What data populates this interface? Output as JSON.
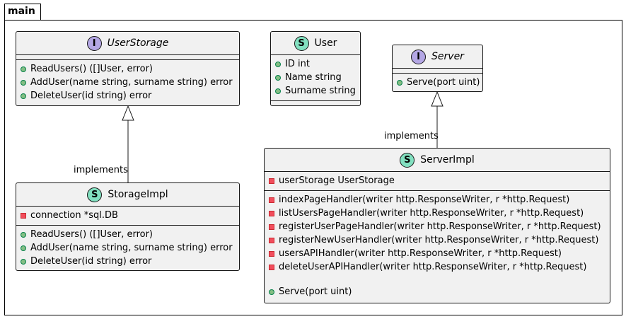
{
  "package": {
    "name": "main"
  },
  "classes": {
    "user_storage": {
      "stereotype_letter": "I",
      "kind": "interface",
      "name": "UserStorage",
      "fields": [],
      "methods": [
        {
          "visibility": "public",
          "text": "ReadUsers() ([]User, error)"
        },
        {
          "visibility": "public",
          "text": "AddUser(name string, surname string) error"
        },
        {
          "visibility": "public",
          "text": "DeleteUser(id string) error"
        }
      ]
    },
    "user": {
      "stereotype_letter": "S",
      "kind": "struct",
      "name": "User",
      "fields": [
        {
          "visibility": "public",
          "text": "ID int"
        },
        {
          "visibility": "public",
          "text": "Name string"
        },
        {
          "visibility": "public",
          "text": "Surname string"
        }
      ],
      "methods": []
    },
    "server": {
      "stereotype_letter": "I",
      "kind": "interface",
      "name": "Server",
      "fields": [],
      "methods": [
        {
          "visibility": "public",
          "text": "Serve(port uint)"
        }
      ]
    },
    "storage_impl": {
      "stereotype_letter": "S",
      "kind": "struct",
      "name": "StorageImpl",
      "fields": [
        {
          "visibility": "private",
          "text": "connection *sql.DB"
        }
      ],
      "methods": [
        {
          "visibility": "public",
          "text": "ReadUsers() ([]User, error)"
        },
        {
          "visibility": "public",
          "text": "AddUser(name string, surname string) error"
        },
        {
          "visibility": "public",
          "text": "DeleteUser(id string) error"
        }
      ]
    },
    "server_impl": {
      "stereotype_letter": "S",
      "kind": "struct",
      "name": "ServerImpl",
      "fields": [
        {
          "visibility": "private",
          "text": "userStorage UserStorage"
        }
      ],
      "methods": [
        {
          "visibility": "private",
          "text": "indexPageHandler(writer http.ResponseWriter, r *http.Request)"
        },
        {
          "visibility": "private",
          "text": "listUsersPageHandler(writer http.ResponseWriter, r *http.Request)"
        },
        {
          "visibility": "private",
          "text": "registerUserPageHandler(writer http.ResponseWriter, r *http.Request)"
        },
        {
          "visibility": "private",
          "text": "registerNewUserHandler(writer http.ResponseWriter, r *http.Request)"
        },
        {
          "visibility": "private",
          "text": "usersAPIHandler(writer http.ResponseWriter, r *http.Request)"
        },
        {
          "visibility": "private",
          "text": "deleteUserAPIHandler(writer http.ResponseWriter, r *http.Request)"
        },
        {
          "visibility": "none",
          "text": ""
        },
        {
          "visibility": "public",
          "text": "Serve(port uint)"
        }
      ]
    }
  },
  "relations": [
    {
      "from": "StorageImpl",
      "to": "UserStorage",
      "type": "realization",
      "label": "implements"
    },
    {
      "from": "ServerImpl",
      "to": "Server",
      "type": "realization",
      "label": "implements"
    }
  ]
}
